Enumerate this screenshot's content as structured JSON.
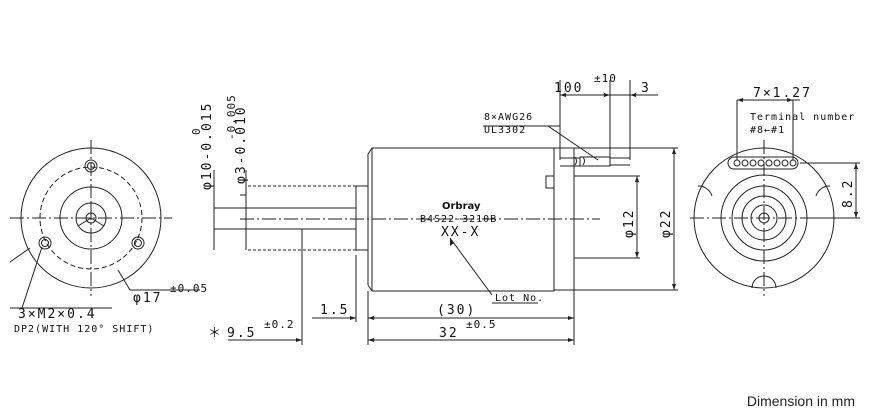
{
  "front_view": {
    "screw_label": "3×M2×0.4",
    "depth_label": "DP2(WITH 120° SHIFT)",
    "pcd_label": "φ17",
    "pcd_tol": "±0.05"
  },
  "side_view": {
    "brand": "Orbray",
    "model": "B4S22-3210B",
    "variant": "XX-X",
    "lot_label": "Lot No.",
    "wire_spec_1": "8×AWG26",
    "wire_spec_2": "UL3302",
    "lead_length": "100",
    "lead_length_tol": "±10",
    "strip_length": "3",
    "shaft_dia": "φ10-0.015",
    "shaft_dia_upper": "0",
    "boss_dia": "φ3-0.010",
    "boss_dia_upper": "-0.005",
    "flange_dia": "φ12",
    "body_dia": "φ22",
    "dim_1_5": "1.5",
    "dim_30": "(30)",
    "dim_32": "32",
    "dim_32_tol": "±0.5",
    "dim_9_5_prefix": "＊",
    "dim_9_5": "9.5",
    "dim_9_5_tol": "±0.2"
  },
  "rear_view": {
    "pitch_label": "7×1.27",
    "terminal_label": "Terminal number",
    "terminal_order": "#8←#1",
    "dim_8_2": "8.2"
  },
  "footer": {
    "unit_note": "Dimension in mm"
  }
}
